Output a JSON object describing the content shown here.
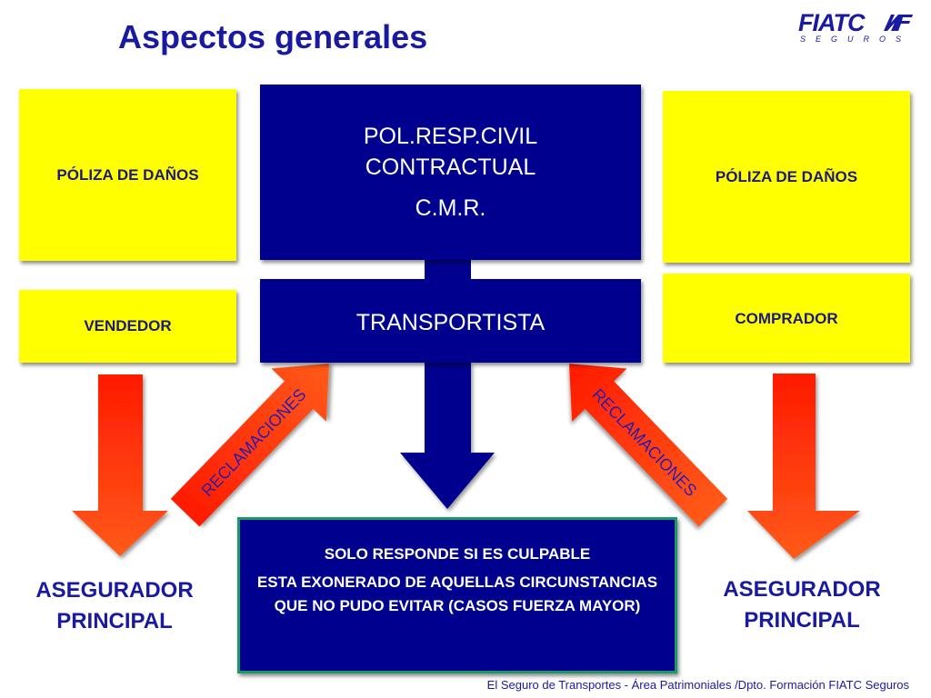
{
  "title": "Aspectos generales",
  "logo": {
    "main": "FIATC",
    "sub": "SEGUROS"
  },
  "left_top_box": "PÓLIZA DE DAÑOS",
  "left_role_box": "VENDEDOR",
  "right_top_box": "PÓLIZA DE DAÑOS",
  "right_role_box": "COMPRADOR",
  "center_box": {
    "line1": "POL.RESP.CIVIL",
    "line2": "CONTRACTUAL",
    "line3": "C.M.R."
  },
  "carrier_box": "TRANSPORTISTA",
  "left_claim_arrow": "RECLAMACIONES",
  "right_claim_arrow": "RECLAMACIONES",
  "result_box": {
    "line1": "SOLO RESPONDE SI ES CULPABLE",
    "line2": "ESTA EXONERADO DE AQUELLAS CIRCUNSTANCIAS QUE NO PUDO EVITAR (CASOS FUERZA MAYOR)"
  },
  "left_insurer": {
    "line1": "ASEGURADOR",
    "line2": "PRINCIPAL"
  },
  "right_insurer": {
    "line1": "ASEGURADOR",
    "line2": "PRINCIPAL"
  },
  "footer": "El Seguro de Transportes  -  Área Patrimoniales /Dpto. Formación  FIATC Seguros",
  "colors": {
    "navy": "#00008e",
    "yellow": "#ffff00",
    "red": "#ff2a00",
    "title_blue": "#1a1aa0",
    "border_green": "#1a9966"
  }
}
